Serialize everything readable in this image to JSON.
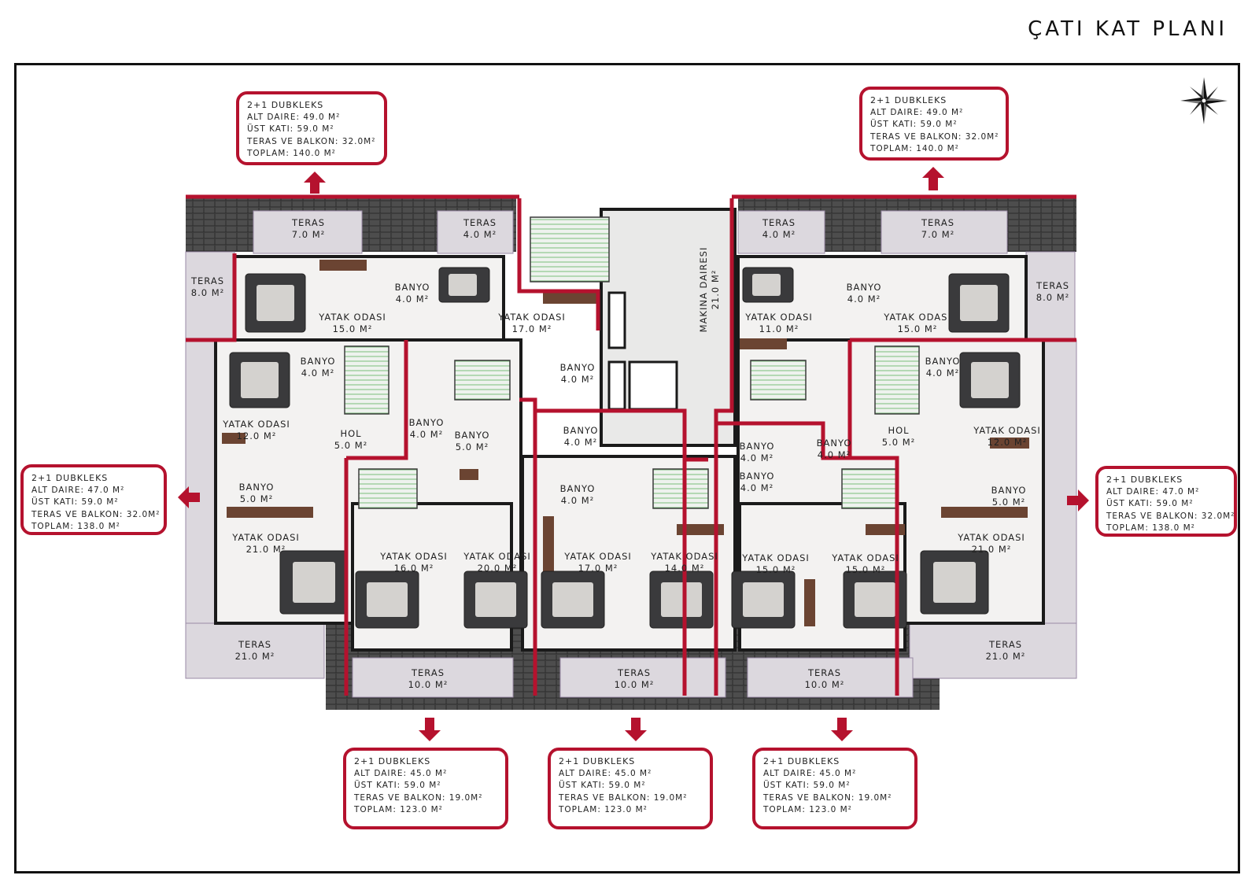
{
  "title": "ÇATI KAT PLANI",
  "colors": {
    "accent": "#b5122e",
    "frame": "#111111",
    "roof": "#555555",
    "terrace": "#d9d6dc",
    "room": "#f2f1f0"
  },
  "compass_icon": "compass-rose-icon",
  "units": [
    {
      "type": "2+1 DUBKLEKS",
      "alt": "ALT DAIRE: 49.0 M²",
      "ust": "ÜST KATI: 59.0 M²",
      "teras": "TERAS VE BALKON: 32.0M²",
      "toplam": "TOPLAM: 140.0 M²"
    },
    {
      "type": "2+1 DUBKLEKS",
      "alt": "ALT DAIRE: 49.0 M²",
      "ust": "ÜST KATI: 59.0 M²",
      "teras": "TERAS VE BALKON: 32.0M²",
      "toplam": "TOPLAM: 140.0 M²"
    },
    {
      "type": "2+1 DUBKLEKS",
      "alt": "ALT DAIRE: 47.0 M²",
      "ust": "ÜST KATI: 59.0 M²",
      "teras": "TERAS VE BALKON: 32.0M²",
      "toplam": "TOPLAM: 138.0 M²"
    },
    {
      "type": "2+1 DUBKLEKS",
      "alt": "ALT DAIRE: 47.0 M²",
      "ust": "ÜST KATI: 59.0 M²",
      "teras": "TERAS VE BALKON: 32.0M²",
      "toplam": "TOPLAM: 138.0 M²"
    },
    {
      "type": "2+1 DUBKLEKS",
      "alt": "ALT DAIRE: 45.0 M²",
      "ust": "ÜST KATI: 59.0 M²",
      "teras": "TERAS VE BALKON: 19.0M²",
      "toplam": "TOPLAM: 123.0 M²"
    },
    {
      "type": "2+1 DUBKLEKS",
      "alt": "ALT DAIRE: 45.0 M²",
      "ust": "ÜST KATI: 59.0 M²",
      "teras": "TERAS VE BALKON: 19.0M²",
      "toplam": "TOPLAM: 123.0 M²"
    },
    {
      "type": "2+1 DUBKLEKS",
      "alt": "ALT DAIRE: 45.0 M²",
      "ust": "ÜST KATI: 59.0 M²",
      "teras": "TERAS VE BALKON: 19.0M²",
      "toplam": "TOPLAM: 123.0 M²"
    }
  ],
  "rooms": [
    {
      "name": "TERAS",
      "area": "7.0 M²"
    },
    {
      "name": "TERAS",
      "area": "4.0 M²"
    },
    {
      "name": "TERAS",
      "area": "8.0 M²"
    },
    {
      "name": "BANYO",
      "area": "4.0 M²"
    },
    {
      "name": "YATAK ODASI",
      "area": "15.0 M²"
    },
    {
      "name": "YATAK ODASI",
      "area": "17.0 M²"
    },
    {
      "name": "BANYO",
      "area": "4.0 M²"
    },
    {
      "name": "YATAK ODASI",
      "area": "12.0 M²"
    },
    {
      "name": "HOL",
      "area": "5.0 M²"
    },
    {
      "name": "BANYO",
      "area": "4.0 M²"
    },
    {
      "name": "BANYO",
      "area": "4.0 M²"
    },
    {
      "name": "BANYO",
      "area": "5.0 M²"
    },
    {
      "name": "BANYO",
      "area": "5.0 M²"
    },
    {
      "name": "YATAK ODASI",
      "area": "21.0 M²"
    },
    {
      "name": "YATAK ODASI",
      "area": "16.0 M²"
    },
    {
      "name": "YATAK ODASI",
      "area": "20.0 M²"
    },
    {
      "name": "TERAS",
      "area": "21.0 M²"
    },
    {
      "name": "TERAS",
      "area": "10.0 M²"
    },
    {
      "name": "BANYO",
      "area": "4.0 M²"
    },
    {
      "name": "BANYO",
      "area": "4.0 M²"
    },
    {
      "name": "YATAK ODASI",
      "area": "17.0 M²"
    },
    {
      "name": "YATAK ODASI",
      "area": "14.0 M²"
    },
    {
      "name": "TERAS",
      "area": "10.0 M²"
    },
    {
      "name": "TERAS",
      "area": "4.0 M²"
    },
    {
      "name": "TERAS",
      "area": "7.0 M²"
    },
    {
      "name": "TERAS",
      "area": "8.0 M²"
    },
    {
      "name": "YATAK ODASI",
      "area": "11.0 M²"
    },
    {
      "name": "BANYO",
      "area": "4.0 M²"
    },
    {
      "name": "YATAK ODASI",
      "area": "15.0 M²"
    },
    {
      "name": "BANYO",
      "area": "4.0 M²"
    },
    {
      "name": "HOL",
      "area": "5.0 M²"
    },
    {
      "name": "YATAK ODASI",
      "area": "12.0 M²"
    },
    {
      "name": "BANYO",
      "area": "4.0 M²"
    },
    {
      "name": "BANYO",
      "area": "4.0 M²"
    },
    {
      "name": "BANYO",
      "area": "4.0 M²"
    },
    {
      "name": "BANYO",
      "area": "5.0 M²"
    },
    {
      "name": "YATAK ODASI",
      "area": "21.0 M²"
    },
    {
      "name": "YATAK ODASI",
      "area": "15.0 M²"
    },
    {
      "name": "YATAK ODASI",
      "area": "15.0 M²"
    },
    {
      "name": "TERAS",
      "area": "21.0 M²"
    },
    {
      "name": "TERAS",
      "area": "10.0 M²"
    },
    {
      "name": "MAKINA DAIRESI",
      "area": "21.0 M²"
    }
  ]
}
